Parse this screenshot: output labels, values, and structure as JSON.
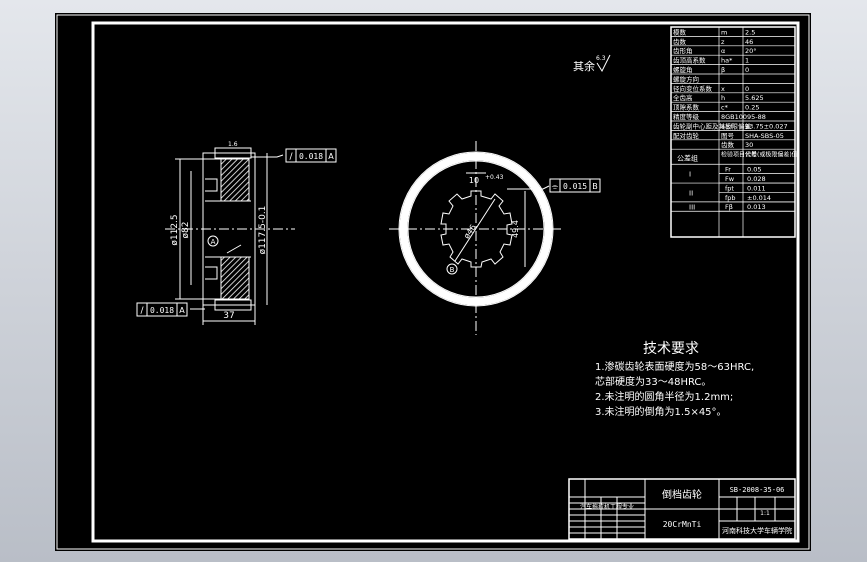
{
  "drawing": {
    "surface_note": "其余",
    "surface_symbol": "6.3",
    "left_view": {
      "diam_outer": "ø112.5",
      "diam_inner": "ø82",
      "diam_bore": "ø117.5-0.1",
      "width": "37",
      "gtol_top": {
        "symbol": "/",
        "value": "0.018",
        "datum": "A"
      },
      "gtol_bottom": {
        "symbol": "/",
        "value": "0.018",
        "datum": "A"
      },
      "datum": "A",
      "roughness_label": "1.6"
    },
    "right_view": {
      "key_width": "10",
      "key_tol": "+0.43",
      "bore_label": "ø46",
      "depth_label": "49.4",
      "gtol": {
        "symbol": "⌯",
        "value": "0.015",
        "datum": "B"
      },
      "datum": "B"
    }
  },
  "param_table": {
    "rows": [
      [
        "模数",
        "m",
        "2.5"
      ],
      [
        "齿数",
        "z",
        "46"
      ],
      [
        "齿形角",
        "α",
        "20°"
      ],
      [
        "齿顶高系数",
        "ha*",
        "1"
      ],
      [
        "螺旋角",
        "β",
        "0"
      ],
      [
        "螺旋方向",
        "",
        ""
      ],
      [
        "径向变位系数",
        "x",
        "0"
      ],
      [
        "全齿高",
        "h",
        "5.625"
      ],
      [
        "顶隙系数",
        "c*",
        "0.25"
      ],
      [
        "精度等级",
        "8GB10095-88",
        ""
      ],
      [
        "齿轮副中心距及其极限偏差",
        "a±f",
        "93.75±0.027"
      ],
      [
        "配对齿轮",
        "图号",
        "SHA-SBS-05"
      ],
      [
        "",
        "齿数",
        "30"
      ]
    ],
    "group_label": "公差组",
    "group_header": [
      "检验项目代号",
      "公差(或极限偏差)值"
    ],
    "groups": [
      {
        "group": "I",
        "items": [
          [
            "Fr",
            "0.05"
          ],
          [
            "Fw",
            "0.028"
          ]
        ]
      },
      {
        "group": "II",
        "items": [
          [
            "fpt",
            "0.011"
          ],
          [
            "fpb",
            "±0.014"
          ]
        ]
      },
      {
        "group": "III",
        "items": [
          [
            "Fβ",
            "0.013"
          ]
        ]
      }
    ]
  },
  "tech_req": {
    "title": "技术要求",
    "lines": [
      "1.渗碳齿轮表面硬度为58～63HRC,",
      "芯部硬度为33～48HRC。",
      "2.未注明的圆角半径为1.2mm;",
      "3.未注明的倒角为1.5×45°。"
    ]
  },
  "title_block": {
    "part_name": "倒档齿轮",
    "drawing_no": "SB-2008-35-06",
    "material": "20CrMnTi",
    "school": "河南科技大学车辆学院",
    "left_note": "汽车拖拉机工程专业",
    "scale": "1:1"
  }
}
